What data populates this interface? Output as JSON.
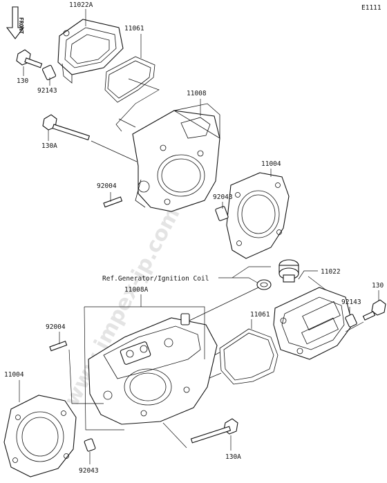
{
  "page": {
    "code": "E1111",
    "watermark": "www.impex-jp.com",
    "front_arrow_label": "FRONT"
  },
  "labels": {
    "l_11022A": "11022A",
    "l_11061_top": "11061",
    "l_130_top": "130",
    "l_92143_top": "92143",
    "l_11008": "11008",
    "l_130A_top": "130A",
    "l_11004_top": "11004",
    "l_92004_top": "92004",
    "l_92043_top": "92043",
    "l_ref": "Ref.Generator/Ignition Coil",
    "l_11022": "11022",
    "l_130_right": "130",
    "l_11008A": "11008A",
    "l_92143_right": "92143",
    "l_92004_bot": "92004",
    "l_11061_bot": "11061",
    "l_11004_bot": "11004",
    "l_92043_bot": "92043",
    "l_130A_bot": "130A"
  }
}
